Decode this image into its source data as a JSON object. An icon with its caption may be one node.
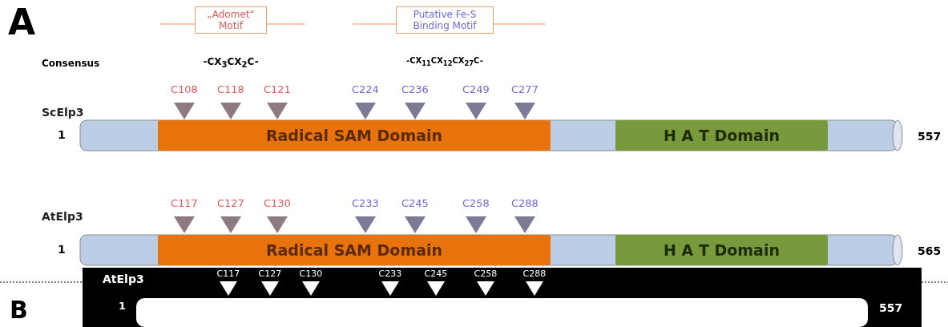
{
  "diagram": {
    "nodes": [
      {
        "text": [
          "„Adomet“ Motif"
        ]
      },
      {
        "text": [
          "Putative Fe-S Binding Motif"
        ]
      },
      {
        "text": [
          "Radical SAM Domain"
        ]
      },
      {
        "text": [
          "H A T Domain"
        ]
      },
      {
        "text": [
          "Radical SAM Domain"
        ]
      },
      {
        "text": [
          "H A T Domain"
        ]
      },
      {
        "text": [],
        "shape": "bar"
      }
    ],
    "labels": [
      "A",
      "Consensus",
      "-CX$_{3}$CX$_{2}$C-",
      "-CX$_{11}$CX$_{12}$CX$_{27}$C-",
      "C108",
      "C118",
      "C121",
      "C224",
      "C236",
      "C249",
      "C277",
      "ScElp3",
      "1",
      "557",
      "C117",
      "C127",
      "C130",
      "C233",
      "C245",
      "C258",
      "C288",
      "AtElp3",
      "1",
      "565",
      "C117",
      "C127",
      "C130",
      "C233",
      "C245",
      "C258",
      "C288",
      "AtElp3",
      "1",
      "557",
      "B"
    ]
  }
}
